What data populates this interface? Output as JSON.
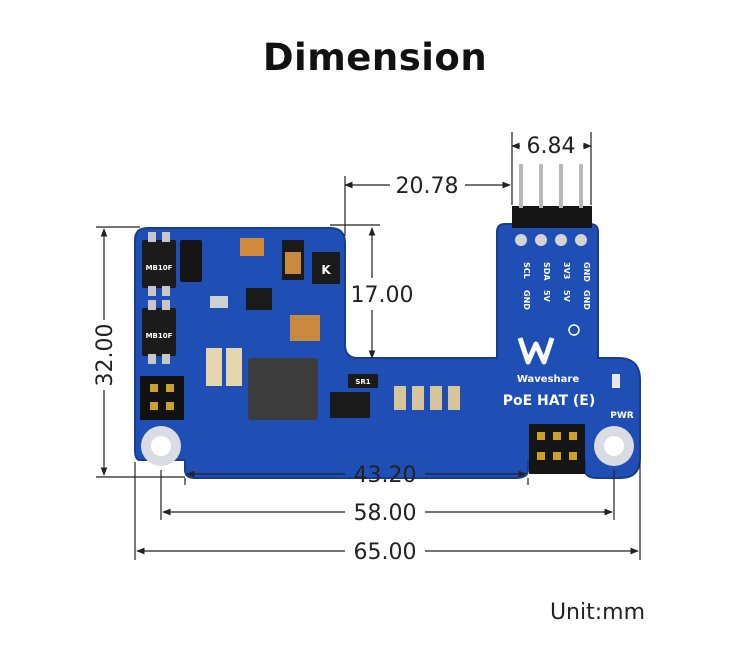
{
  "title": "Dimension",
  "unit_label": "Unit:mm",
  "dimensions": {
    "overall_width": "65.00",
    "hole_spacing_width": "58.00",
    "inner_width": "43.20",
    "height": "32.00",
    "notch_depth": "17.00",
    "notch_offset": "20.78",
    "header_width": "6.84"
  },
  "board": {
    "brand": "Waveshare",
    "product": "PoE HAT (E)",
    "pwr_label": "PWR",
    "pin_labels_top": [
      "GND",
      "3V3",
      "SDA",
      "SCL"
    ],
    "pin_labels_bottom": [
      "GND",
      "5V",
      "5V",
      "GND"
    ],
    "component_labels": [
      "MB10F",
      "MB10F",
      "SR1"
    ],
    "colors": {
      "pcb": "#1f4fb5",
      "pcb_edge": "#163d92",
      "silkscreen": "#ffffff",
      "dimension_line": "#222222"
    }
  }
}
